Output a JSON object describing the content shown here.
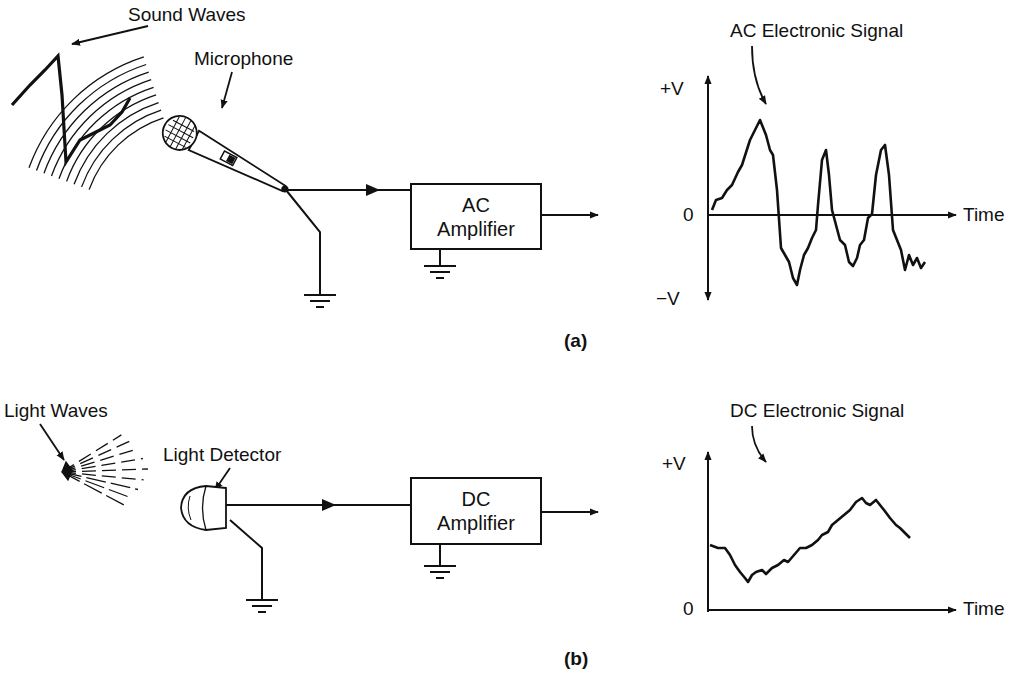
{
  "diagram": {
    "nodes": [
      {
        "text": [
          "AC Amplifier"
        ]
      },
      {
        "text": [
          "DC Amplifier"
        ]
      }
    ],
    "labels": [
      "Sound Waves",
      "Microphone",
      "AC Electronic Signal",
      "+V",
      "0",
      "Time",
      "−V",
      "(a)",
      "Light Waves",
      "Light Detector",
      "DC Electronic Signal",
      "+V",
      "0",
      "Time",
      "(b)"
    ]
  }
}
